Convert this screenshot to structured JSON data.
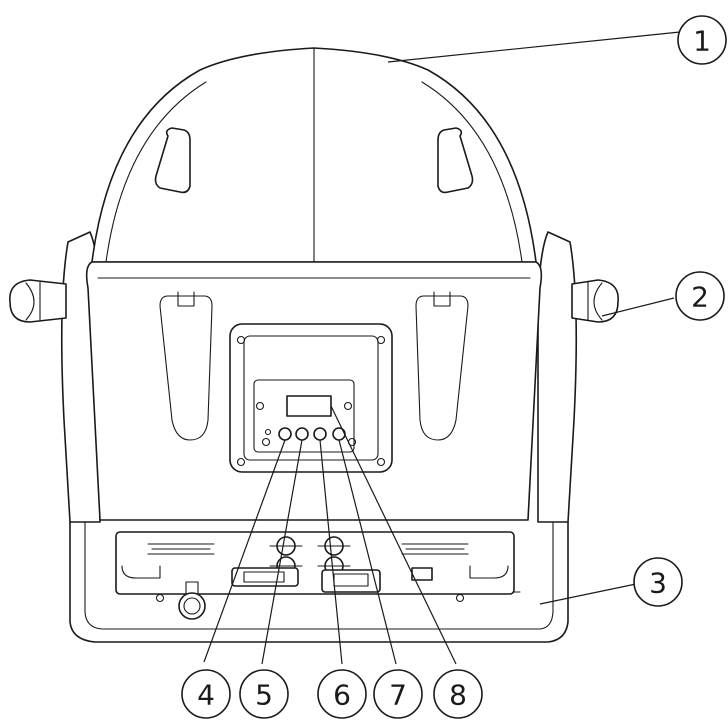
{
  "callouts": [
    {
      "label": "1",
      "target": "head-top"
    },
    {
      "label": "2",
      "target": "tilt-lock-handle"
    },
    {
      "label": "3",
      "target": "base"
    },
    {
      "label": "4",
      "target": "button-1"
    },
    {
      "label": "5",
      "target": "button-2"
    },
    {
      "label": "6",
      "target": "button-3"
    },
    {
      "label": "7",
      "target": "button-4"
    },
    {
      "label": "8",
      "target": "display"
    }
  ],
  "colors": {
    "line": "#1a1a1a",
    "background": "#ffffff"
  }
}
